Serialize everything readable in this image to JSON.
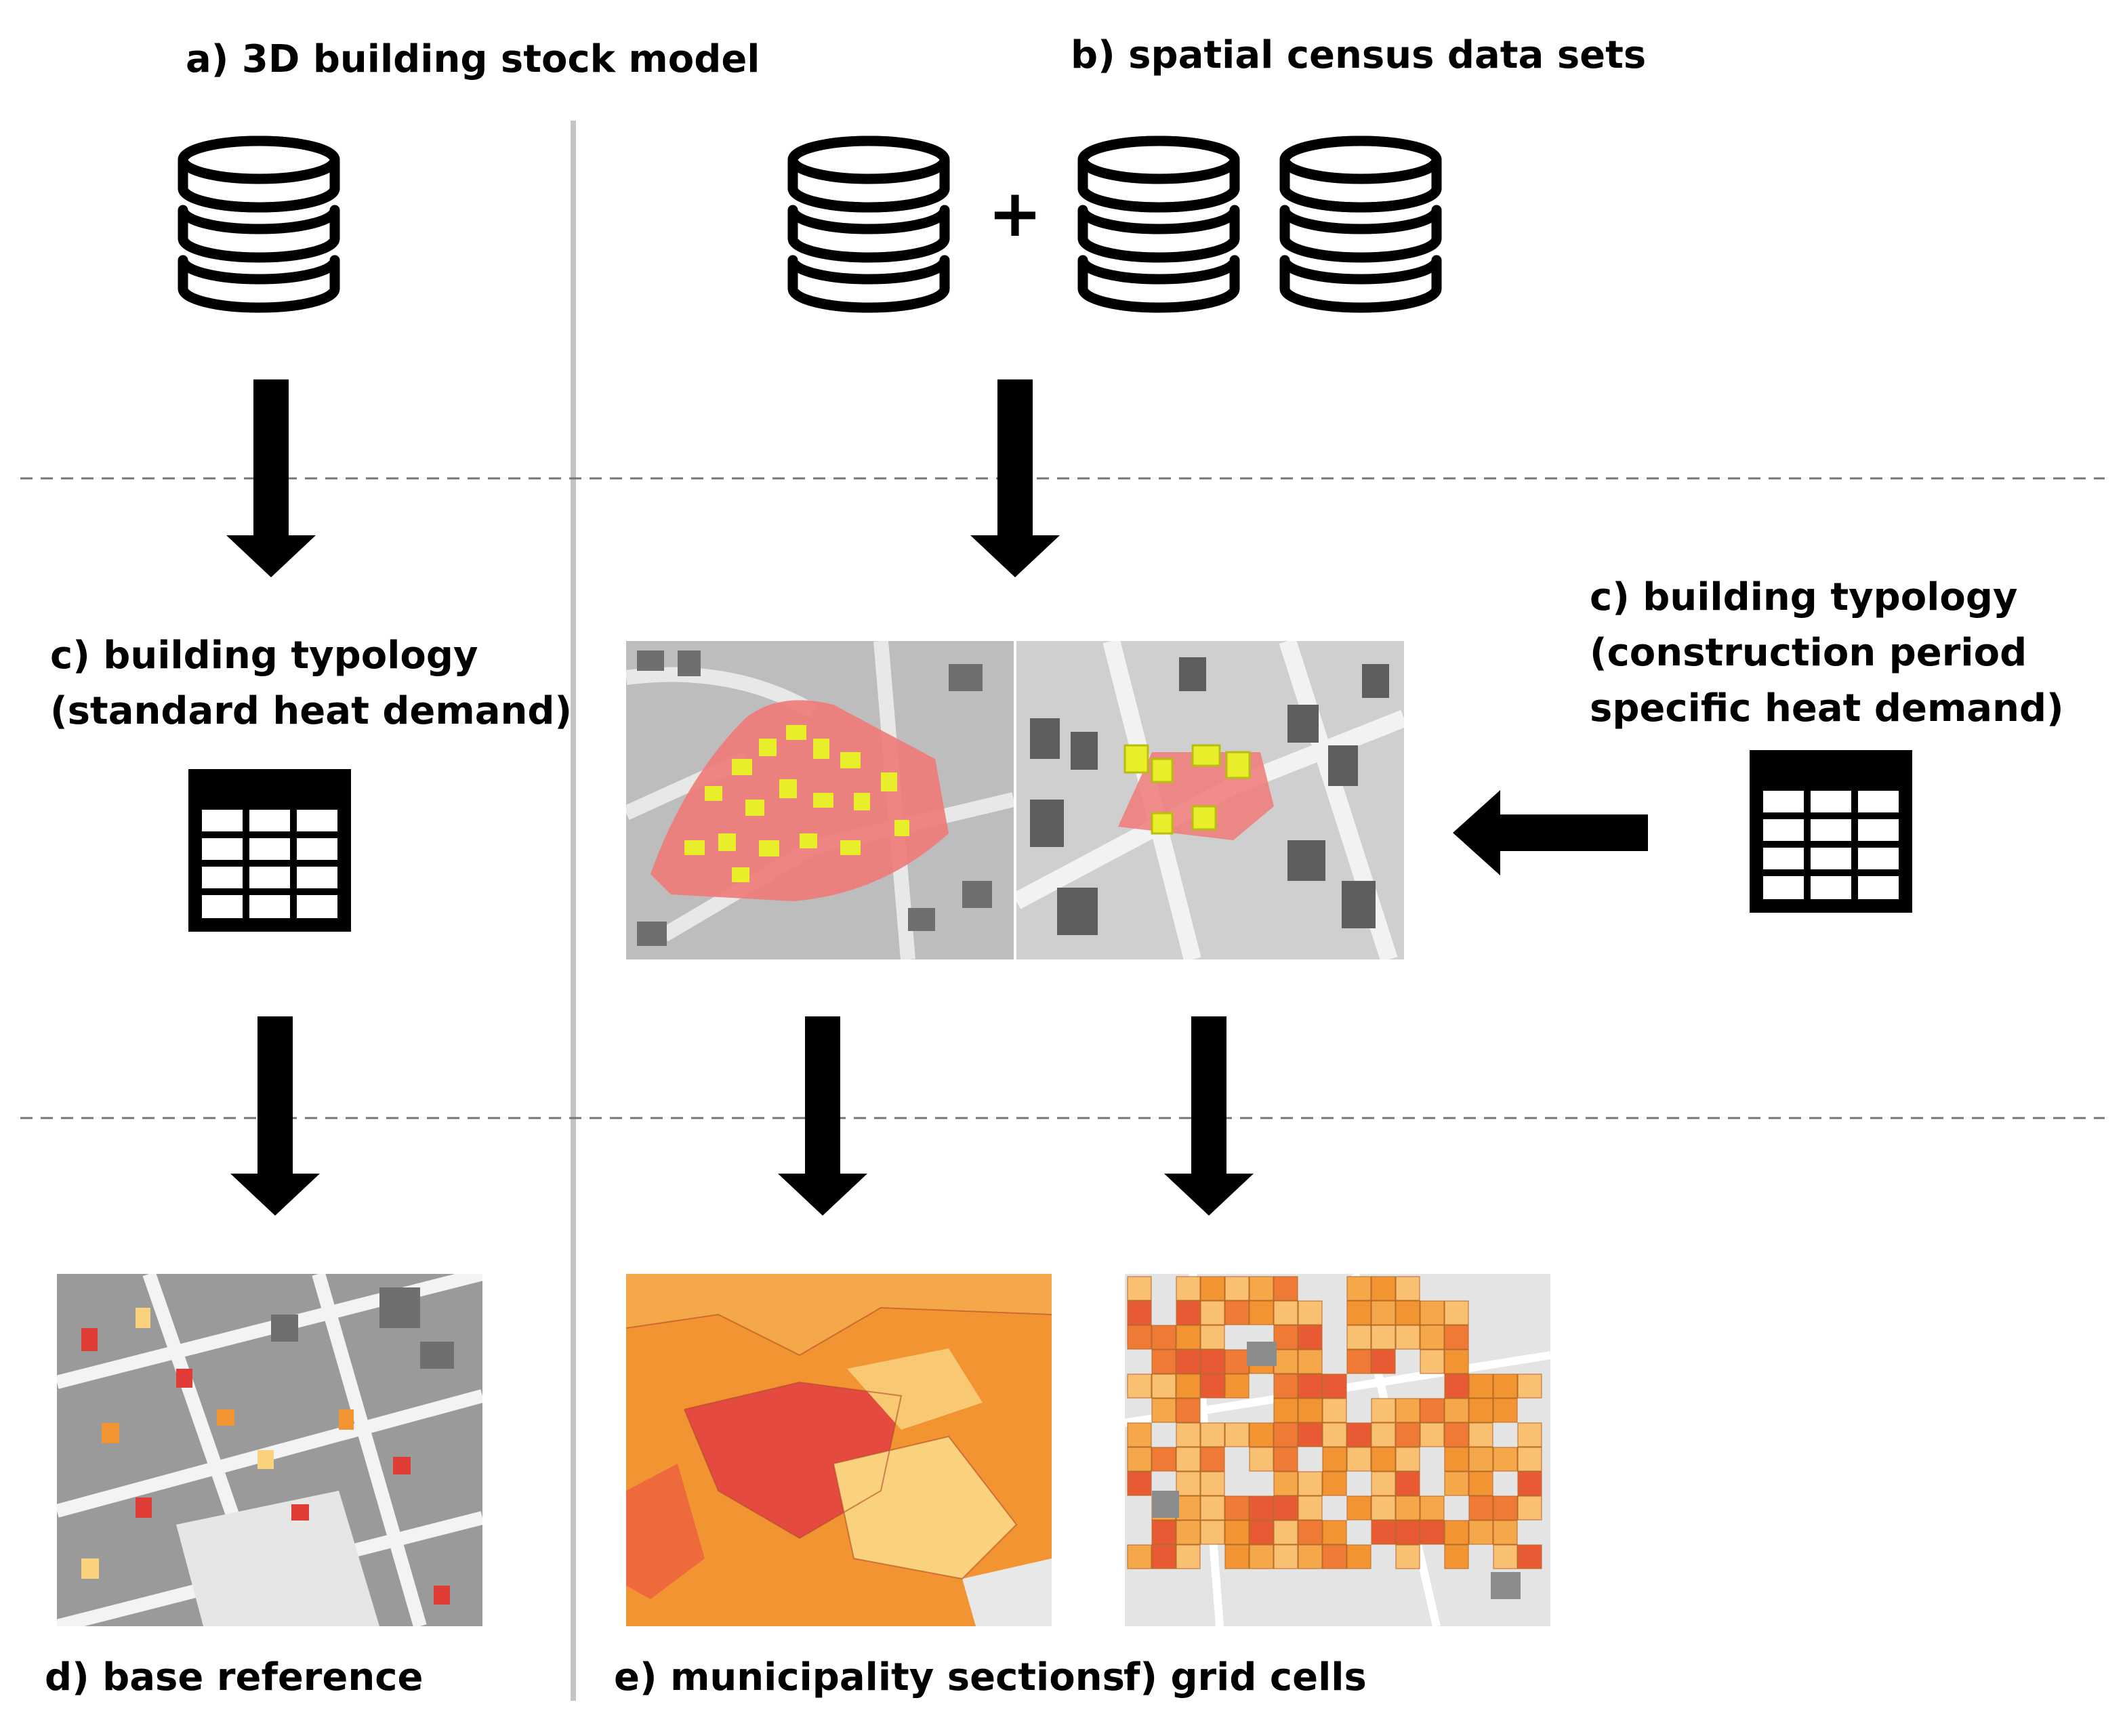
{
  "labels": {
    "a": "a) 3D building stock model",
    "b": "b) spatial census data sets",
    "c_left_line1": "c) building typology",
    "c_left_line2": "(standard heat demand)",
    "c_right_line1": "c) building typology",
    "c_right_line2": "(construction period",
    "c_right_line3": "specific heat demand)",
    "d": "d) base reference",
    "e": "e) municipality sections",
    "f": "f) grid cells",
    "plus": "+"
  },
  "icons": {
    "database": "database-icon",
    "table": "table-icon",
    "arrow": "arrow-icon"
  },
  "colors": {
    "highlight_red": "#f07a78",
    "building_yellow": "#e8ee2a",
    "heat_red": "#e03c36",
    "heat_orange": "#f39433",
    "heat_light": "#fad27e",
    "map_gray": "#9a9a9a"
  }
}
